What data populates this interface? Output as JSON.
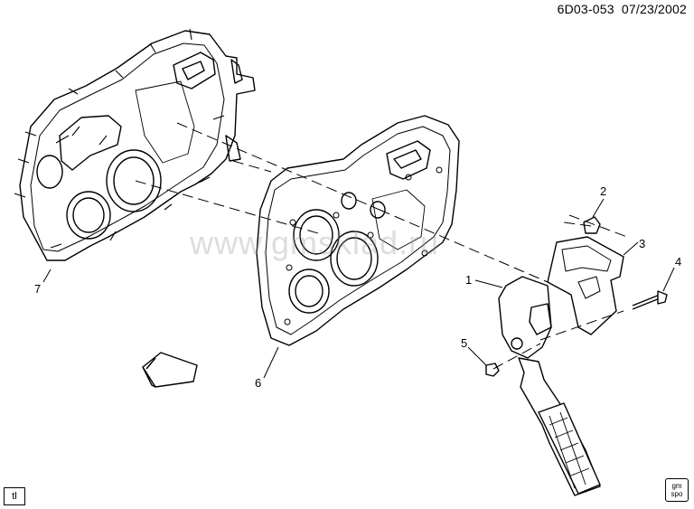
{
  "header": {
    "doc_id": "6D03-053",
    "date": "07/23/2002"
  },
  "callouts": [
    "1",
    "2",
    "3",
    "4",
    "5",
    "6",
    "7"
  ],
  "watermark": "www.gmsklad.ru",
  "corner_tag": "tl",
  "logo": {
    "line1": "gm",
    "line2": "spo"
  }
}
